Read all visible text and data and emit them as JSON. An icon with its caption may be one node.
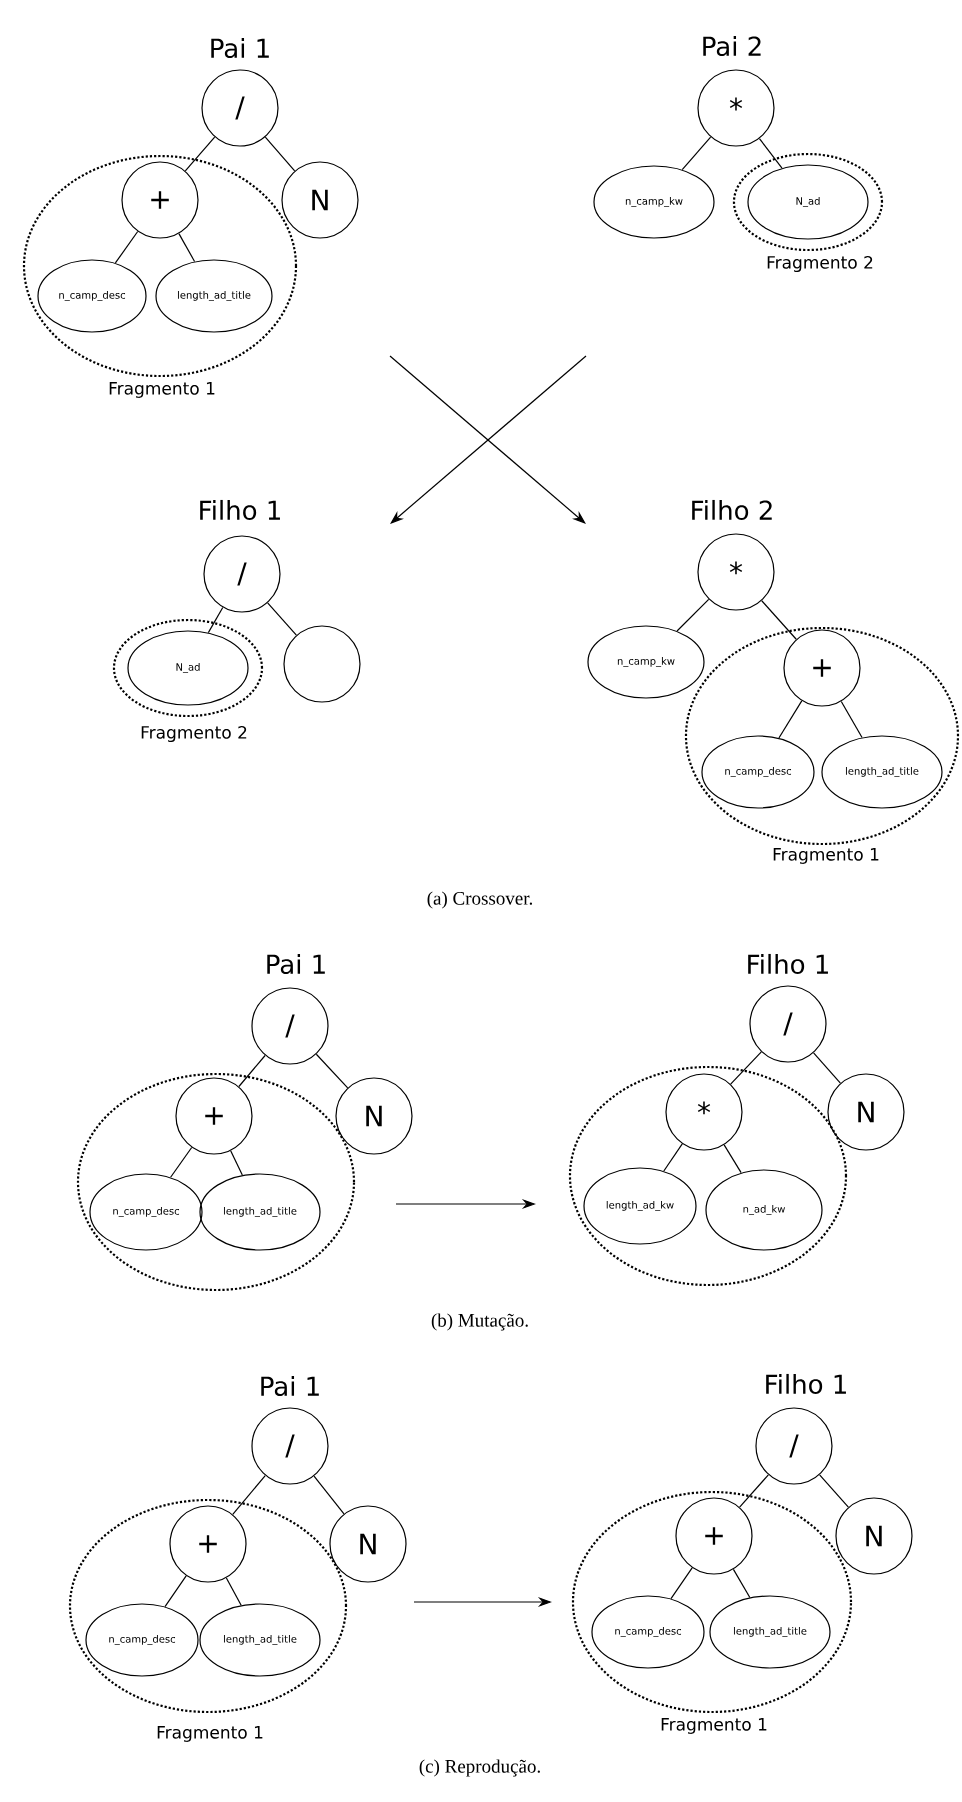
{
  "diagram": {
    "nodes": [
      {
        "text": [
          "/"
        ]
      },
      {
        "text": [],
        "shape": "ellipse",
        "beside": [
          "Fragmento 1"
        ]
      },
      {
        "text": [
          "+"
        ],
        "in": 1
      },
      {
        "text": [
          "n_camp_desc"
        ],
        "in": 1
      },
      {
        "text": [
          "length_ad_title"
        ],
        "in": 1
      },
      {
        "text": [
          "N"
        ]
      },
      {
        "text": [
          "*"
        ]
      },
      {
        "text": [
          "n_camp_kw"
        ]
      },
      {
        "text": [],
        "shape": "ellipse",
        "beside": [
          "Fragmento 2"
        ]
      },
      {
        "text": [
          "N_ad"
        ],
        "in": 8
      },
      {
        "text": [
          "/"
        ]
      },
      {
        "text": [],
        "shape": "ellipse",
        "beside": [
          "Fragmento 2"
        ]
      },
      {
        "text": [
          "N_ad"
        ],
        "in": 11
      },
      {
        "text": [],
        "shape": "circle"
      },
      {
        "text": [
          "*"
        ]
      },
      {
        "text": [
          "n_camp_kw"
        ]
      },
      {
        "text": [],
        "shape": "ellipse",
        "beside": [
          "Fragmento 1"
        ]
      },
      {
        "text": [
          "+"
        ],
        "in": 16
      },
      {
        "text": [
          "n_camp_desc"
        ],
        "in": 16
      },
      {
        "text": [
          "length_ad_title"
        ],
        "in": 16
      },
      {
        "text": [
          "/"
        ]
      },
      {
        "text": [],
        "shape": "ellipse"
      },
      {
        "text": [
          "+"
        ],
        "in": 21
      },
      {
        "text": [
          "n_camp_desc"
        ],
        "in": 21
      },
      {
        "text": [
          "length_ad_title"
        ],
        "in": 21
      },
      {
        "text": [
          "N"
        ]
      },
      {
        "text": [
          "/"
        ]
      },
      {
        "text": [],
        "shape": "ellipse"
      },
      {
        "text": [
          "*"
        ],
        "in": 27
      },
      {
        "text": [
          "length_ad_kw"
        ],
        "in": 27
      },
      {
        "text": [
          "n_ad_kw"
        ],
        "in": 27
      },
      {
        "text": [
          "N"
        ]
      },
      {
        "text": [
          "/"
        ]
      },
      {
        "text": [],
        "shape": "ellipse",
        "beside": [
          "Fragmento 1"
        ]
      },
      {
        "text": [
          "+"
        ],
        "in": 33
      },
      {
        "text": [
          "n_camp_desc"
        ],
        "in": 33
      },
      {
        "text": [
          "length_ad_title"
        ],
        "in": 33
      },
      {
        "text": [
          "N"
        ]
      },
      {
        "text": [
          "/"
        ]
      },
      {
        "text": [],
        "shape": "ellipse",
        "beside": [
          "Fragmento 1"
        ]
      },
      {
        "text": [
          "+"
        ],
        "in": 39
      },
      {
        "text": [
          "n_camp_desc"
        ],
        "in": 39
      },
      {
        "text": [
          "length_ad_title"
        ],
        "in": 39
      },
      {
        "text": [
          "N"
        ]
      }
    ],
    "edges": [
      {
        "from": 0,
        "to": 2,
        "arrow": "none"
      },
      {
        "from": 0,
        "to": 5,
        "arrow": "none"
      },
      {
        "from": 2,
        "to": 3,
        "arrow": "none"
      },
      {
        "from": 2,
        "to": 4,
        "arrow": "none"
      },
      {
        "from": 6,
        "to": 7,
        "arrow": "none"
      },
      {
        "from": 6,
        "to": 9,
        "arrow": "none"
      },
      {
        "from": 10,
        "to": 12,
        "arrow": "none"
      },
      {
        "from": 10,
        "to": 13,
        "arrow": "none"
      },
      {
        "from": 14,
        "to": 15,
        "arrow": "none"
      },
      {
        "from": 14,
        "to": 17,
        "arrow": "none"
      },
      {
        "from": 17,
        "to": 18,
        "arrow": "none"
      },
      {
        "from": 17,
        "to": 19,
        "arrow": "none"
      },
      {
        "from": 20,
        "to": 22,
        "arrow": "none"
      },
      {
        "from": 20,
        "to": 25,
        "arrow": "none"
      },
      {
        "from": 22,
        "to": 23,
        "arrow": "none"
      },
      {
        "from": 22,
        "to": 24,
        "arrow": "none"
      },
      {
        "from": 26,
        "to": 28,
        "arrow": "none"
      },
      {
        "from": 26,
        "to": 31,
        "arrow": "none"
      },
      {
        "from": 28,
        "to": 29,
        "arrow": "none"
      },
      {
        "from": 28,
        "to": 30,
        "arrow": "none"
      },
      {
        "from": 32,
        "to": 34,
        "arrow": "none"
      },
      {
        "from": 32,
        "to": 37,
        "arrow": "none"
      },
      {
        "from": 34,
        "to": 35,
        "arrow": "none"
      },
      {
        "from": 34,
        "to": 36,
        "arrow": "none"
      },
      {
        "from": 38,
        "to": 40,
        "arrow": "none"
      },
      {
        "from": 38,
        "to": 43,
        "arrow": "none"
      },
      {
        "from": 40,
        "to": 41,
        "arrow": "none"
      },
      {
        "from": 40,
        "to": 42,
        "arrow": "none"
      }
    ],
    "labels": [
      "Pai 1",
      "Pai 2",
      "Filho 1",
      "Filho 2",
      "(a) Crossover.",
      "Pai 1",
      "Filho 1",
      "(b) Mutação.",
      "Pai 1",
      "Filho 1",
      "(c) Reprodução."
    ]
  }
}
